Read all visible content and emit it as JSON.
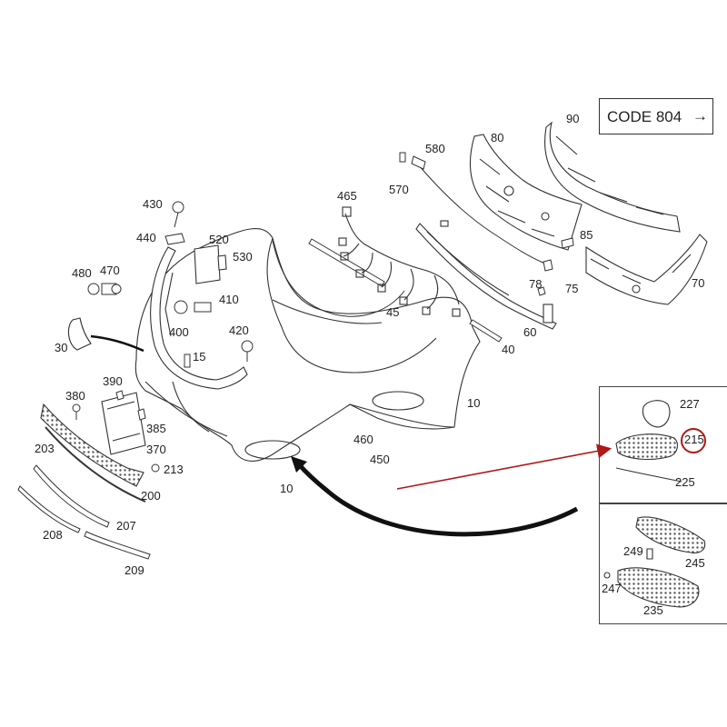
{
  "code_box": {
    "text": "CODE 804",
    "arrow": "→"
  },
  "callouts": {
    "c10a": "10",
    "c10b": "10",
    "c15": "15",
    "c30": "30",
    "c40": "40",
    "c45": "45",
    "c60": "60",
    "c70": "70",
    "c75": "75",
    "c78": "78",
    "c80": "80",
    "c85": "85",
    "c90": "90",
    "c200": "200",
    "c203": "203",
    "c207": "207",
    "c208": "208",
    "c209": "209",
    "c213": "213",
    "c215": "215",
    "c225": "225",
    "c227": "227",
    "c235": "235",
    "c245": "245",
    "c247": "247",
    "c249": "249",
    "c370": "370",
    "c380": "380",
    "c385": "385",
    "c390": "390",
    "c400": "400",
    "c410": "410",
    "c420": "420",
    "c430": "430",
    "c440": "440",
    "c450": "450",
    "c460": "460",
    "c465": "465",
    "c470": "470",
    "c480": "480",
    "c520": "520",
    "c530": "530",
    "c570": "570",
    "c580": "580"
  },
  "colors": {
    "line": "#333333",
    "highlight": "#b01818",
    "pointer": "#111111"
  }
}
